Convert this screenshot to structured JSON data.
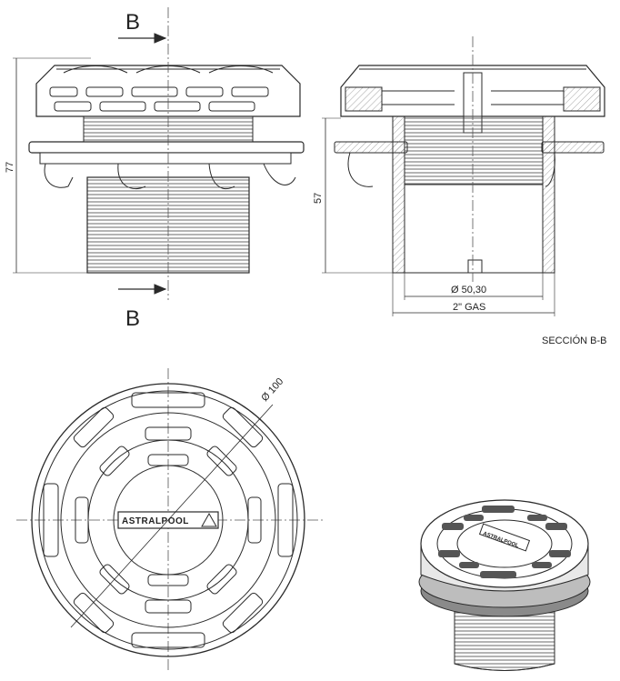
{
  "colors": {
    "ink": "#2a2a2a",
    "light": "#9a9a9a",
    "band": "#8a8a8a",
    "fill": "#ffffff"
  },
  "front_view": {
    "cut_label_top": "B",
    "cut_label_bottom": "B",
    "height_dim": "77"
  },
  "section_view": {
    "height_dim": "57",
    "inner_dia": "Ø 50,30",
    "thread": "2\" GAS",
    "title": "SECCIÓN B-B"
  },
  "top_view": {
    "diameter": "Ø 100",
    "brand": "ASTRALPOOL"
  },
  "iso_view": {
    "brand": "ASTRALPOOL"
  }
}
